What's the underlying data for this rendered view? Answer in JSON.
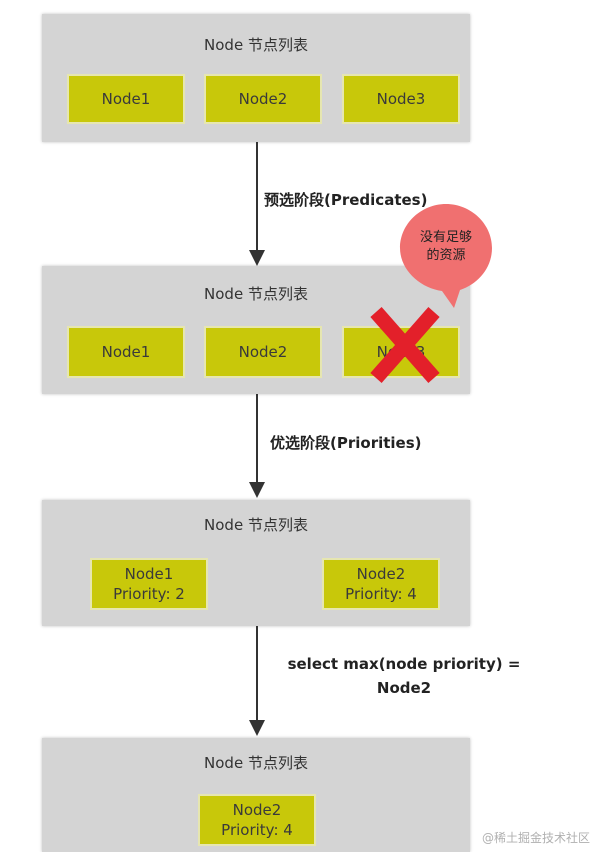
{
  "colors": {
    "panel_bg": "#d4d4d4",
    "node_fill": "#c8c80a",
    "node_border": "#e6e6b0",
    "arrow": "#333333",
    "callout_fill": "#f07070",
    "cross": "#e3202a"
  },
  "panels": [
    {
      "title": "Node 节点列表",
      "nodes": [
        {
          "label": "Node1"
        },
        {
          "label": "Node2"
        },
        {
          "label": "Node3"
        }
      ]
    },
    {
      "title": "Node 节点列表",
      "nodes": [
        {
          "label": "Node1"
        },
        {
          "label": "Node2"
        },
        {
          "label": "Node3"
        }
      ]
    },
    {
      "title": "Node 节点列表",
      "nodes": [
        {
          "label": "Node1",
          "priority": "Priority: 2"
        },
        {
          "label": "Node2",
          "priority": "Priority: 4"
        }
      ]
    },
    {
      "title": "Node 节点列表",
      "nodes": [
        {
          "label": "Node2",
          "priority": "Priority: 4"
        }
      ]
    }
  ],
  "phases": [
    {
      "label": "预选阶段(Predicates)"
    },
    {
      "label": "优选阶段(Priorities)"
    },
    {
      "line1": "select max(node priority) =",
      "line2": "Node2"
    }
  ],
  "callout": {
    "line1": "没有足够",
    "line2": "的资源",
    "icon": "cross-icon"
  },
  "watermark": "@稀土掘金技术社区"
}
